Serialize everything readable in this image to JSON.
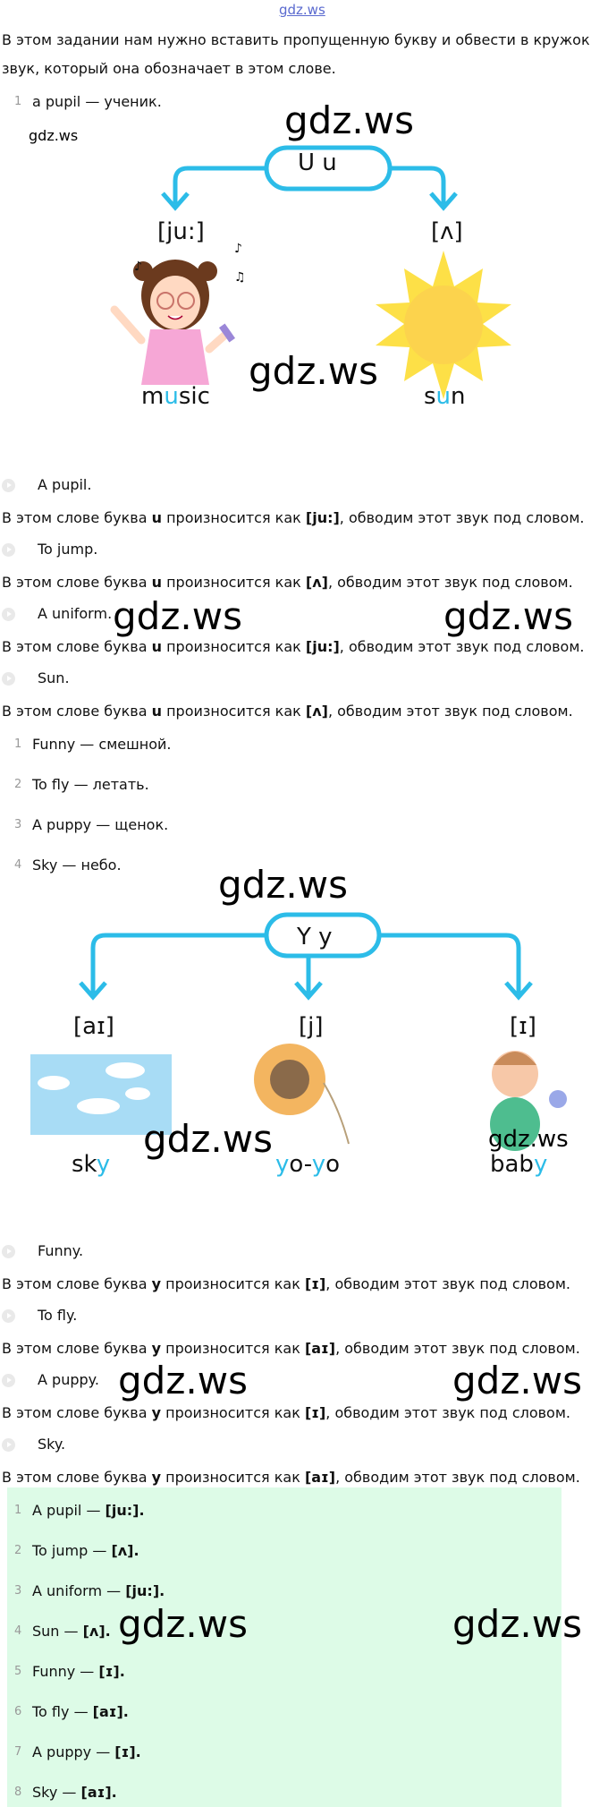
{
  "top_link": "gdz.ws",
  "intro_line1": "В этом задании нам нужно вставить пропущенную букву и обвести в кружок",
  "intro_line2": "звук, который она обозначает в этом слове.",
  "task1": {
    "num": "1",
    "text": "a pupil — ученик."
  },
  "watermark": "gdz.ws",
  "diagram_u": {
    "letter": "U u",
    "left_phoneme": "[ju:]",
    "right_phoneme": "[ʌ]",
    "left_word": {
      "pre": "m",
      "hl": "u",
      "post": "sic"
    },
    "right_word": {
      "pre": "s",
      "hl": "u",
      "post": "n"
    },
    "notes": [
      "♪",
      "♪",
      "♫"
    ]
  },
  "audio_u": [
    {
      "label": "A pupil.",
      "explain_pre": "В этом слове буква ",
      "letter": "u",
      "explain_mid": " произносится как ",
      "sound": "[ju:]",
      "explain_post": ", обводим этот звук под словом."
    },
    {
      "label": "To jump.",
      "explain_pre": "В этом слове буква ",
      "letter": "u",
      "explain_mid": " произносится как ",
      "sound": "[ʌ]",
      "explain_post": ", обводим этот звук под словом."
    },
    {
      "label": "A uniform.",
      "explain_pre": "В этом слове буква ",
      "letter": "u",
      "explain_mid": " произносится как ",
      "sound": "[ju:]",
      "explain_post": ", обводим этот звук под словом."
    },
    {
      "label": "Sun.",
      "explain_pre": "В этом слове буква ",
      "letter": "u",
      "explain_mid": " произносится как ",
      "sound": "[ʌ]",
      "explain_post": ", обводим этот звук под словом."
    }
  ],
  "list_y": [
    {
      "num": "1",
      "text": "Funny — смешной."
    },
    {
      "num": "2",
      "text": "To fly — летать."
    },
    {
      "num": "3",
      "text": "A puppy — щенок."
    },
    {
      "num": "4",
      "text": "Sky — небо."
    }
  ],
  "diagram_y": {
    "letter": "Y y",
    "phonemes": [
      "[aɪ]",
      "[j]",
      "[ɪ]"
    ],
    "words": [
      {
        "pre": "sk",
        "hl": "y",
        "post": ""
      },
      {
        "pre": "",
        "hl": "y",
        "post": "o-",
        "hl2": "y",
        "post2": "o"
      },
      {
        "pre": "bab",
        "hl": "y",
        "post": ""
      }
    ]
  },
  "audio_y": [
    {
      "label": "Funny.",
      "explain_pre": "В этом слове буква ",
      "letter": "y",
      "explain_mid": " произносится как ",
      "sound": "[ɪ]",
      "explain_post": ", обводим этот звук под словом."
    },
    {
      "label": "To fly.",
      "explain_pre": "В этом слове буква ",
      "letter": "y",
      "explain_mid": " произносится как ",
      "sound": "[aɪ]",
      "explain_post": ", обводим этот звук под словом."
    },
    {
      "label": "A puppy.",
      "explain_pre": "В этом слове буква ",
      "letter": "y",
      "explain_mid": " произносится как ",
      "sound": "[ɪ]",
      "explain_post": ", обводим этот звук под словом."
    },
    {
      "label": "Sky.",
      "explain_pre": "В этом слове буква ",
      "letter": "y",
      "explain_mid": " произносится как ",
      "sound": "[aɪ]",
      "explain_post": ", обводим этот звук под словом."
    }
  ],
  "answers": [
    {
      "num": "1",
      "word": "A pupil — ",
      "sound": "[ju:]."
    },
    {
      "num": "2",
      "word": "To jump — ",
      "sound": "[ʌ]."
    },
    {
      "num": "3",
      "word": "A uniform — ",
      "sound": "[ju:]."
    },
    {
      "num": "4",
      "word": "Sun — ",
      "sound": "[ʌ]."
    },
    {
      "num": "5",
      "word": "Funny — ",
      "sound": "[ɪ]."
    },
    {
      "num": "6",
      "word": "To fly — ",
      "sound": "[aɪ]."
    },
    {
      "num": "7",
      "word": "A puppy — ",
      "sound": "[ɪ]."
    },
    {
      "num": "8",
      "word": "Sky — ",
      "sound": "[aɪ]."
    }
  ],
  "colors": {
    "accent": "#2cbce8",
    "answer_bg": "#ddfbe7",
    "sun": "#fde047",
    "sky": "#a8dcf5"
  }
}
